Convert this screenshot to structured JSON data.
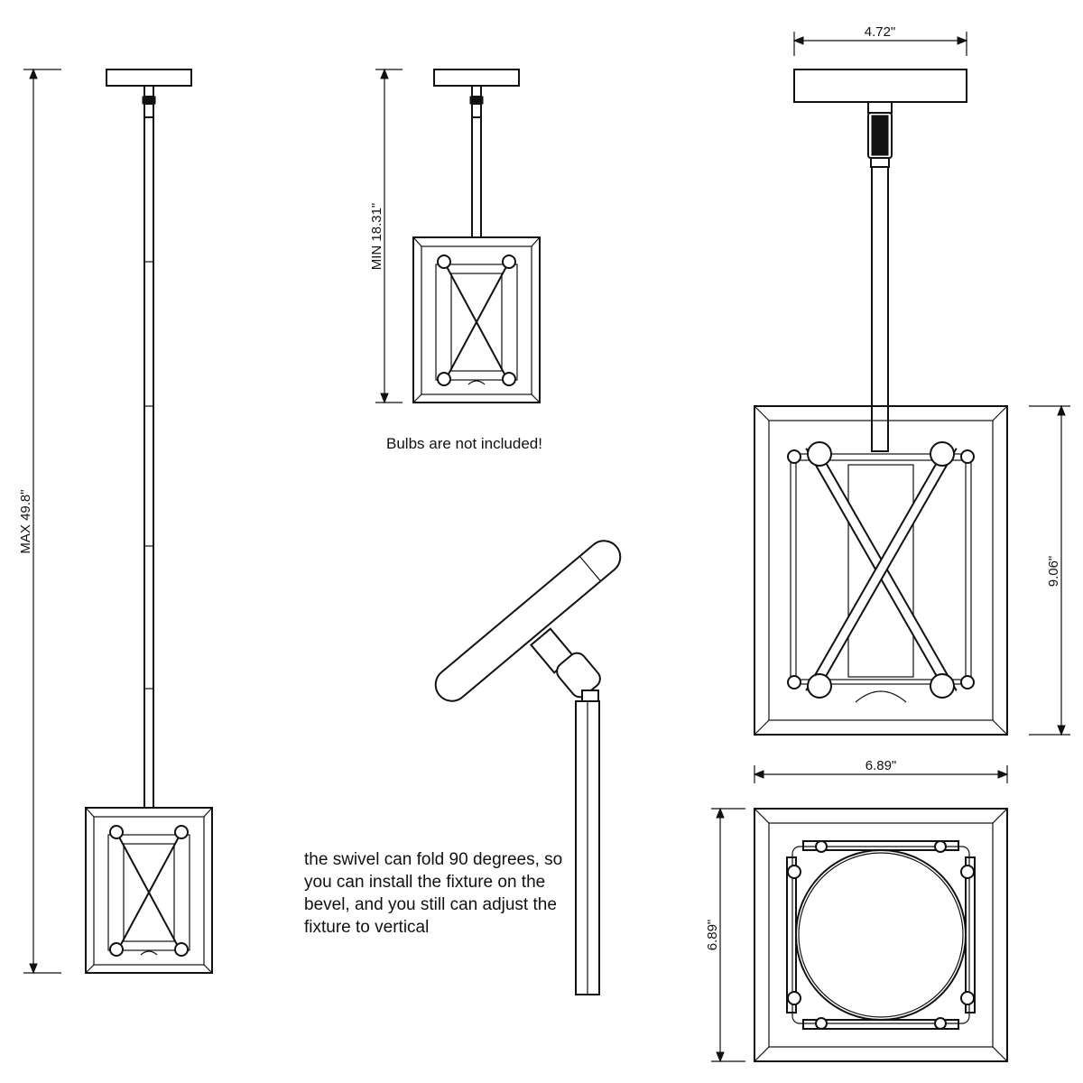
{
  "dimensions": {
    "max_height": "MAX 49.8\"",
    "min_height": "MIN 18.31\"",
    "canopy_width": "4.72\"",
    "shade_height": "9.06\"",
    "shade_width": "6.89\"",
    "shade_depth": "6.89\""
  },
  "notes": {
    "bulbs": "Bulbs are not included!",
    "swivel": "the swivel can fold 90 degrees, so you can install the fixture on the bevel, and you still can adjust the fixture to vertical"
  }
}
